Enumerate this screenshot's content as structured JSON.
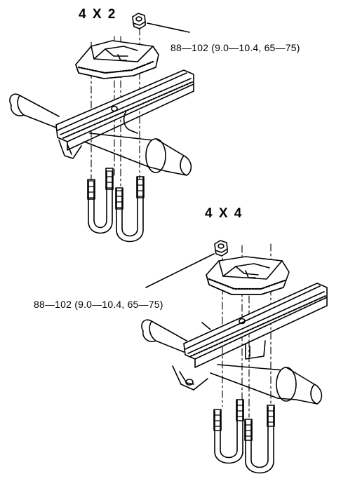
{
  "diagram": {
    "top_title": "4 X 2",
    "top_torque": "88—102 (9.0—10.4, 65—75)",
    "bottom_title": "4 X 4",
    "bottom_torque": "88—102 (9.0—10.4, 65—75)"
  }
}
